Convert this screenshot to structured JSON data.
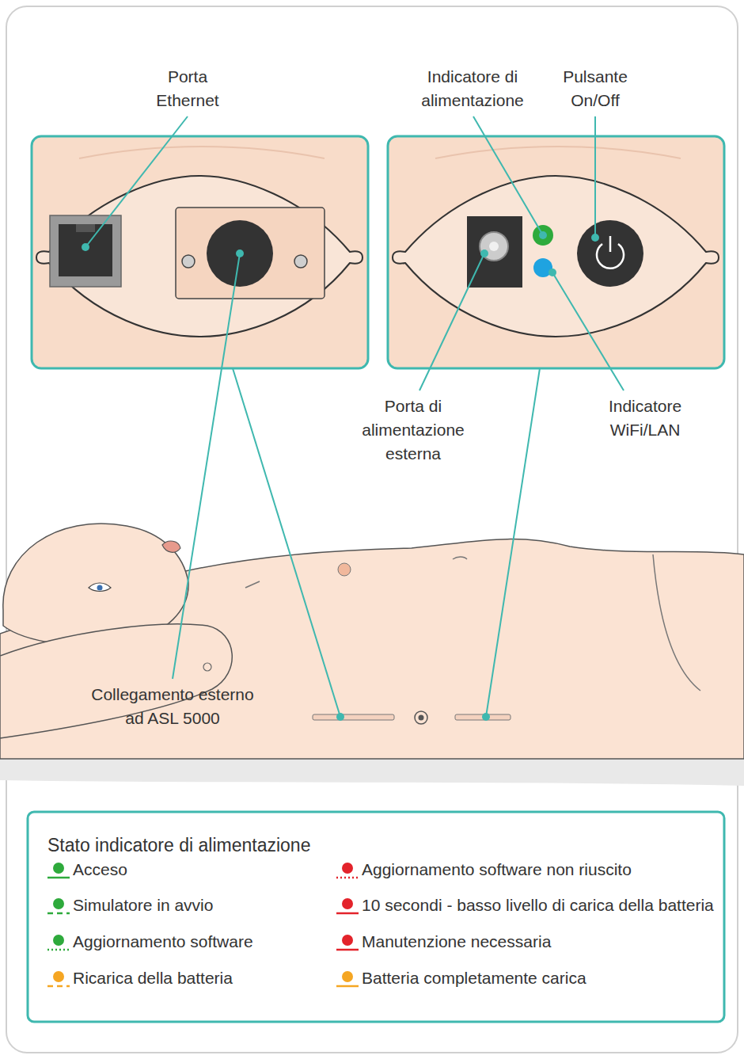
{
  "diagram": {
    "labels": [
      "Porta Ethernet",
      "Indicatore di alimentazione",
      "Pulsante On/Off",
      "Collegamento esterno ad ASL 5000",
      "Porta di alimentazione esterna",
      "Indicatore WiFi/LAN",
      "Stato indicatore di alimentazione"
    ],
    "legend": [
      {
        "text": "Acceso"
      },
      {
        "text": "Aggiornamento software non riuscito"
      },
      {
        "text": "Simulatore in avvio"
      },
      {
        "text": "10 secondi - basso livello di carica della batteria"
      },
      {
        "text": "Aggiornamento software"
      },
      {
        "text": "Manutenzione necessaria"
      },
      {
        "text": "Ricarica della batteria"
      },
      {
        "text": "Batteria completamente carica"
      }
    ]
  }
}
